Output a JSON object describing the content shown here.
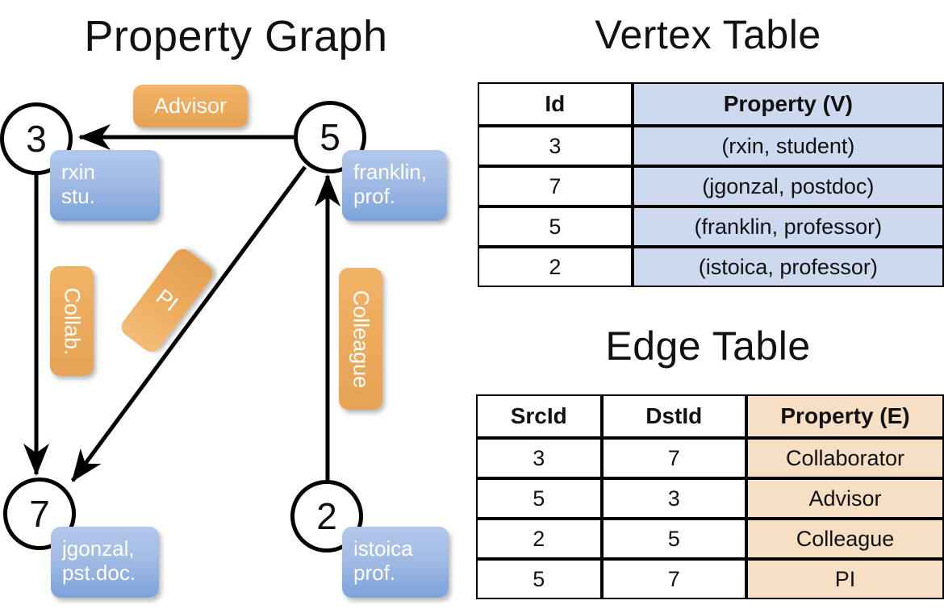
{
  "titles": {
    "property_graph": "Property Graph",
    "vertex_table": "Vertex Table",
    "edge_table": "Edge Table"
  },
  "graph": {
    "vertices": [
      {
        "id": "3",
        "prop_line1": "rxin",
        "prop_line2": "stu."
      },
      {
        "id": "5",
        "prop_line1": "franklin,",
        "prop_line2": "prof."
      },
      {
        "id": "7",
        "prop_line1": "jgonzal,",
        "prop_line2": "pst.doc."
      },
      {
        "id": "2",
        "prop_line1": "istoica",
        "prop_line2": "prof."
      }
    ],
    "edge_labels": {
      "advisor": "Advisor",
      "collab": "Collab.",
      "pi": "PI",
      "colleague": "Colleague"
    }
  },
  "vertex_table": {
    "headers": [
      "Id",
      "Property (V)"
    ],
    "rows": [
      {
        "id": "3",
        "property": "(rxin, student)"
      },
      {
        "id": "7",
        "property": "(jgonzal, postdoc)"
      },
      {
        "id": "5",
        "property": "(franklin, professor)"
      },
      {
        "id": "2",
        "property": "(istoica, professor)"
      }
    ]
  },
  "edge_table": {
    "headers": [
      "SrcId",
      "DstId",
      "Property (E)"
    ],
    "rows": [
      {
        "src": "3",
        "dst": "7",
        "property": "Collaborator"
      },
      {
        "src": "5",
        "dst": "3",
        "property": "Advisor"
      },
      {
        "src": "2",
        "dst": "5",
        "property": "Colleague"
      },
      {
        "src": "5",
        "dst": "7",
        "property": "PI"
      }
    ]
  },
  "colors": {
    "vertex_property_chip": "#a5bde6",
    "edge_label_chip": "#eeab5d",
    "vertex_table_property_bg": "#ccd9ef",
    "edge_table_property_bg": "#f7dfc4",
    "stroke": "#000000",
    "background": "#ffffff"
  }
}
